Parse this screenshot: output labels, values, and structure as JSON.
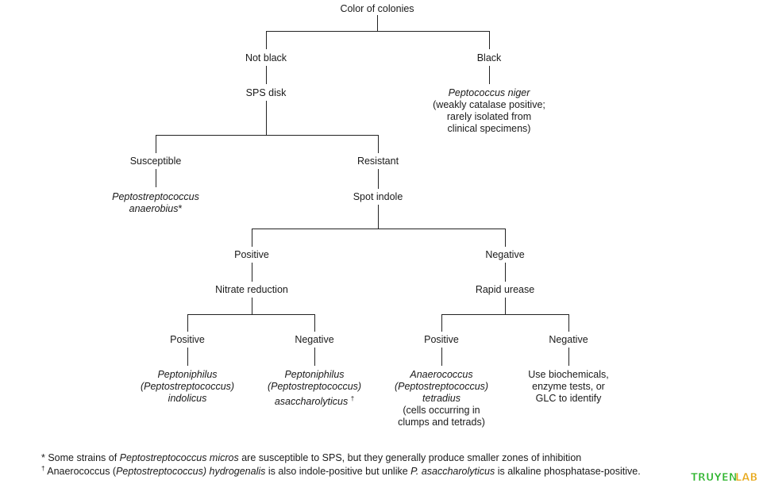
{
  "nodes": {
    "root": "Color of colonies",
    "not_black": "Not black",
    "black": "Black",
    "sps": "SPS disk",
    "niger_name": "Peptococcus niger",
    "niger_note": [
      "(weakly catalase positive;",
      "rarely isolated from",
      "clinical specimens)"
    ],
    "susceptible": "Susceptible",
    "resistant": "Resistant",
    "anaerobius_1": "Peptostreptococcus",
    "anaerobius_2": "anaerobius",
    "anaerobius_mark": "*",
    "spot_indole": "Spot indole",
    "indole_pos": "Positive",
    "indole_neg": "Negative",
    "nitrate": "Nitrate reduction",
    "urease": "Rapid urease",
    "nit_pos": "Positive",
    "nit_neg": "Negative",
    "ure_pos": "Positive",
    "ure_neg": "Negative",
    "indolicus": [
      "Peptoniphilus",
      "(Peptostreptococcus)",
      "indolicus"
    ],
    "asacch_1": "Peptoniphilus",
    "asacch_2": "(Peptostreptococcus)",
    "asacch_3": "asaccharolyticus",
    "asacch_mark": "†",
    "tetradius": [
      "Anaerococcus",
      "(Peptostreptococcus)",
      "tetradius"
    ],
    "tetradius_note": [
      "(cells occurring in",
      "clumps and tetrads)"
    ],
    "identify": [
      "Use biochemicals,",
      "enzyme tests, or",
      "GLC to identify"
    ]
  },
  "footnotes": {
    "f1_mark": "*",
    "f1_a": " Some strains of ",
    "f1_b": "Peptostreptococcus micros",
    "f1_c": " are susceptible to SPS, but they generally produce smaller zones of inhibition",
    "f2_mark": "†",
    "f2_a": " Anaerococcus (",
    "f2_b": "Peptostreptococcus) hydrogenalis",
    "f2_c": " is also indole-positive but unlike ",
    "f2_d": "P. asaccharolyticus",
    "f2_e": " is alkaline phosphatase-positive."
  },
  "watermark": {
    "text": "TRUYENLAB",
    "colors": [
      "#2fb52f",
      "#e8a91c"
    ]
  }
}
